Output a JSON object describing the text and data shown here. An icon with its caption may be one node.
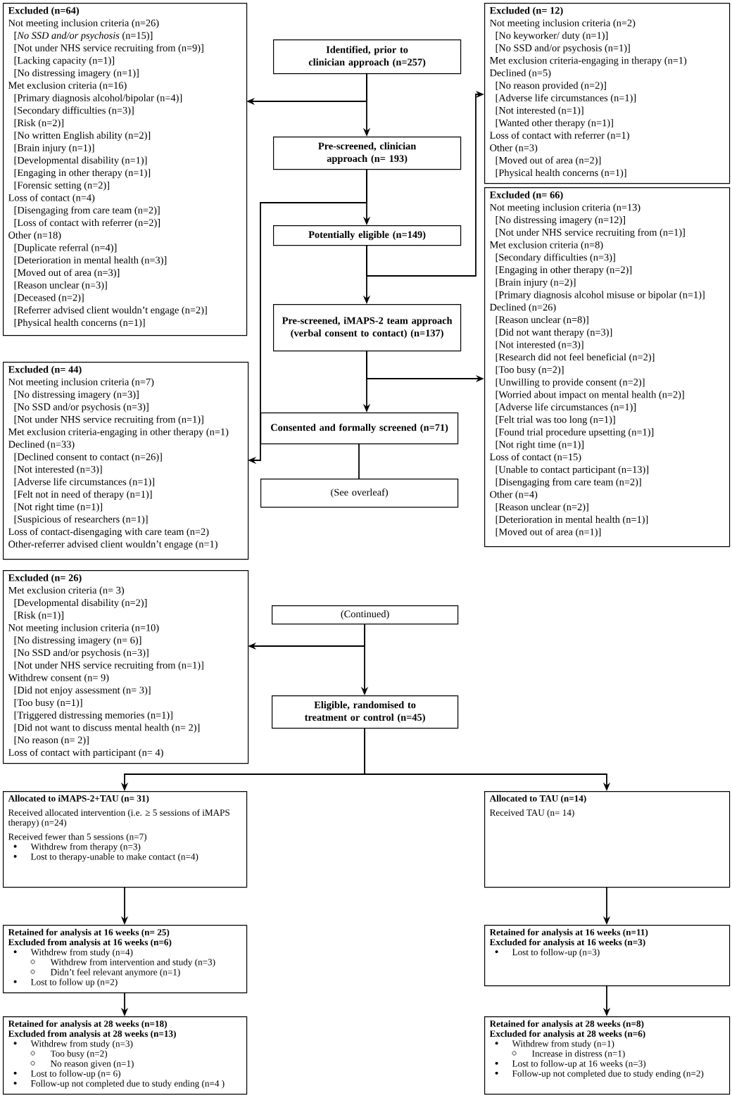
{
  "diagram": {
    "nodes": [
      {
        "text": [
          "Excluded (n=64)",
          "Not meeting inclusion criteria (n=26)",
          "[*No SSD and/or psychosis* (n=15)]",
          "[Not under NHS service recruiting from (n=9)]",
          "[Lacking capacity (n=1)]",
          "[No distressing imagery (n=1)]",
          "Met exclusion criteria (n=16)",
          "[Primary diagnosis alcohol/bipolar (n=4)]",
          "[Secondary difficulties (n=3)]",
          "[Risk (n=2)]",
          "[No written English ability (n=2)]",
          "[Brain injury (n=1)]",
          "[Developmental disability (n=1)]",
          "[Engaging in other therapy (n=1)]",
          "[Forensic setting (n=2)]",
          "Loss of contact (n=4)",
          "[Disengaging from care team (n=2)]",
          "[Loss of contact with referrer (n=2)]",
          "Other (n=18)",
          "[Duplicate referral (n=4)]",
          "[Deterioration in mental health (n=3)]",
          "[Moved out of area (n=3)]",
          "[Reason unclear (n=3)]",
          "[Deceased (n=2)]",
          "[Referrer advised client wouldn’t engage (n=2)]",
          "[Physical health concerns (n=1)]"
        ]
      },
      {
        "text": [
          "Identified, prior to clinician approach (n=257)"
        ]
      },
      {
        "text": [
          "Pre-screened, clinician approach (n= 193)"
        ]
      },
      {
        "text": [
          "Potentially eligible (n=149)"
        ]
      },
      {
        "text": [
          "Pre-screened, iMAPS-2 team approach (verbal consent to contact) (n=137)"
        ]
      },
      {
        "text": [
          "Consented and formally screened (n=71)"
        ]
      },
      {
        "text": [
          "(See overleaf)"
        ]
      },
      {
        "text": [
          "Excluded (n= 12)",
          "Not meeting inclusion criteria (n=2)",
          "[No keyworker/ duty (n=1)]",
          "[No SSD and/or psychosis (n=1)]",
          "Met exclusion criteria-engaging in therapy (n=1)",
          "Declined (n=5)",
          "[No reason provided (n=2)]",
          "[Adverse life circumstances (n=1)]",
          "[Not interested (n=1)]",
          "[Wanted other therapy (n=1)]",
          "Loss of contact with referrer (n=1)",
          "Other (n=3)",
          "[Moved out of area (n=2)]",
          "[Physical health concerns (n=1)]"
        ]
      },
      {
        "text": [
          "Excluded (n= 66)",
          "Not meeting inclusion criteria (n=13)",
          "[No distressing imagery (n=12)]",
          "[Not under NHS service recruiting from (n=1)]",
          "Met exclusion criteria (n=8)",
          "[Secondary difficulties (n=3)]",
          "[Engaging in other therapy (n=2)]",
          "[Brain injury (n=2)]",
          "[Primary diagnosis alcohol misuse or bipolar (n=1)]",
          "Declined (n=26)",
          "[Reason unclear (n=8)]",
          "[Did not want therapy (n=3)]",
          "[Not interested (n=3)]",
          "[Research did not feel beneficial (n=2)]",
          "[Too busy (n=2)]",
          "[Unwilling to provide consent (n=2)]",
          "[Worried about impact on mental health (n=2)]",
          "[Adverse life circumstances (n=1)]",
          "[Felt trial was too long (n=1)]",
          "[Found trial procedure upsetting (n=1)]",
          "[Not right time (n=1)]",
          "Loss of contact (n=15)",
          "[Unable to contact participant (n=13)]",
          "[Disengaging from care team (n=2)]",
          "Other (n=4)",
          "[Reason unclear (n=2)]",
          "[Deterioration in mental health (n=1)]",
          "[Moved out of area (n=1)]"
        ]
      },
      {
        "text": [
          "Excluded (n= 44)",
          "Not meeting inclusion criteria (n=7)",
          "[No distressing imagery (n=3)]",
          "[No SSD and/or psychosis (n=3)]",
          "[Not under NHS service recruiting from (n=1)]",
          "Met exclusion criteria-engaging in other therapy (n=1)",
          "Declined (n=33)",
          "[Declined consent to contact (n=26)]",
          "[Not interested (n=3)]",
          "[Adverse life circumstances (n=1)]",
          "[Felt not in need of therapy (n=1)]",
          "[Not right time (n=1)]",
          "[Suspicious of researchers (n=1)]",
          "Loss of contact-disengaging with care team (n=2)",
          "Other-referrer advised client wouldn’t engage (n=1)"
        ]
      },
      {
        "text": [
          "Excluded (n= 26)",
          "Met exclusion criteria (n= 3)",
          "[Developmental disability (n=2)]",
          "[Risk (n=1)]",
          "Not meeting inclusion criteria (n=10)",
          "[No distressing imagery (n= 6)]",
          "[No SSD and/or psychosis (n=3)]",
          "[Not under NHS service recruiting from (n=1)]",
          "Withdrew consent (n= 9)",
          "[Did not enjoy assessment (n= 3)]",
          "[Too busy (n=1)]",
          "[Triggered distressing memories (n=1)]",
          "[Did not want to discuss mental health (n= 2)]",
          "[No reason (n= 2)]",
          "Loss of contact with participant (n= 4)"
        ]
      },
      {
        "text": [
          "(Continued)"
        ]
      },
      {
        "text": [
          "Eligible, randomised to treatment or control (n=45)"
        ]
      },
      {
        "text": [
          "Allocated to iMAPS-2+TAU (n= 31)",
          "Received allocated intervention (i.e. ≥ 5 sessions of iMAPS therapy) (n=24)",
          "Received fewer than 5 sessions (n=7)",
          "Withdrew from therapy (n=3)",
          "Lost to therapy-unable to make contact (n=4)"
        ]
      },
      {
        "text": [
          "Allocated to TAU (n=14)",
          "Received TAU (n= 14)"
        ]
      },
      {
        "text": [
          "Retained for analysis at 16 weeks (n= 25)",
          "Excluded from analysis at 16 weeks (n=6)",
          "Withdrew from study (n=4)",
          "Withdrew from intervention and study (n=3)",
          "Didn’t feel relevant anymore (n=1)",
          "Lost to follow up (n=2)"
        ]
      },
      {
        "text": [
          "Retained for analysis at 16 weeks (n=11)",
          "Excluded for analysis at 16 weeks (n=3)",
          "Lost to follow-up (n=3)"
        ]
      },
      {
        "text": [
          "Retained for analysis at 28 weeks (n=18)",
          "Excluded from analysis at 28 weeks (n=13)",
          "Withdrew from study (n=3)",
          "Too busy (n=2)",
          "No reason given (n=1)",
          "Lost to follow-up (n= 6)",
          "Follow-up not completed due to study ending (n=4 )"
        ]
      },
      {
        "text": [
          "Retained for analysis at 28 weeks (n=8)",
          "Excluded for analysis at 28 weeks (n=6)",
          "Withdrew from study (n=1)",
          "Increase in distress (n=1)",
          "Lost to follow-up at 16 weeks (n=3)",
          "Follow-up not completed due to study ending (n=2)"
        ]
      }
    ],
    "edges": [
      {
        "from": 1,
        "to": 2,
        "arrow": "to"
      },
      {
        "from": 2,
        "to": 3,
        "arrow": "to"
      },
      {
        "from": 3,
        "to": 4,
        "arrow": "to"
      },
      {
        "from": 4,
        "to": 5,
        "arrow": "to"
      },
      {
        "from": 5,
        "to": 6,
        "arrow": "none"
      },
      {
        "from": 1,
        "to": 0,
        "arrow": "to"
      },
      {
        "from": 2,
        "to": 9,
        "arrow": "to"
      },
      {
        "from": 3,
        "to": 7,
        "arrow": "to"
      },
      {
        "from": 4,
        "to": 8,
        "arrow": "to"
      },
      {
        "from": 11,
        "to": 12,
        "arrow": "to"
      },
      {
        "from": 11,
        "to": 10,
        "arrow": "to"
      },
      {
        "from": 12,
        "to": 13,
        "arrow": "to"
      },
      {
        "from": 12,
        "to": 14,
        "arrow": "to"
      },
      {
        "from": 13,
        "to": 15,
        "arrow": "to"
      },
      {
        "from": 14,
        "to": 16,
        "arrow": "to"
      },
      {
        "from": 15,
        "to": 17,
        "arrow": "to"
      },
      {
        "from": 16,
        "to": 18,
        "arrow": "to"
      }
    ]
  }
}
